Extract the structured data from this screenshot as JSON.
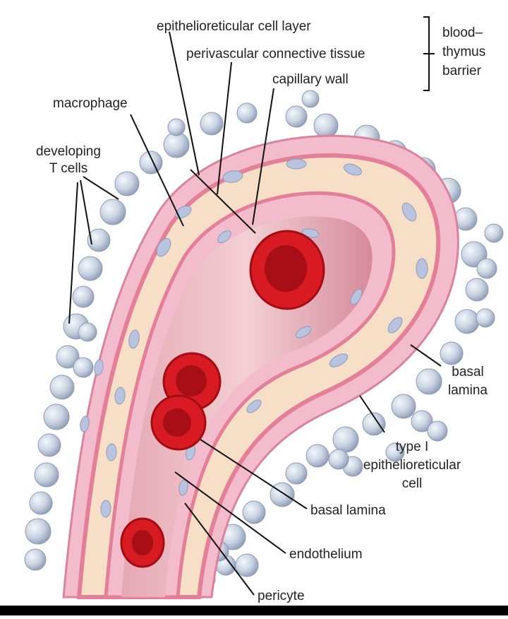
{
  "labels": {
    "epithelioreticular_layer": "epithelioreticular cell layer",
    "perivascular_tissue": "perivascular connective tissue",
    "capillary_wall": "capillary wall",
    "barrier_line1": "blood–",
    "barrier_line2": "thymus",
    "barrier_line3": "barrier",
    "macrophage": "macrophage",
    "developing_line1": "developing",
    "developing_line2": "T cells",
    "basal_lamina_right_line1": "basal",
    "basal_lamina_right_line2": "lamina",
    "type1_line1": "type I",
    "type1_line2": "epithelioreticular",
    "type1_line3": "cell",
    "basal_lamina_bottom": "basal lamina",
    "endothelium": "endothelium",
    "pericyte": "pericyte"
  },
  "colors": {
    "outer_wall": "#f2bccc",
    "outer_wall_edge": "#d9849c",
    "membrane_band": "#e37f98",
    "tissue_fill": "#f6dfc6",
    "lumen": "#f0c2c8",
    "lumen_deep": "#cf7f92",
    "rbc": "#d81a22",
    "rbc_dark": "#a20d14",
    "t_cell": "#c9d3e2",
    "t_cell_rim": "#9aa8bf",
    "nucleus": "#b7c3df",
    "leader": "#111111"
  }
}
